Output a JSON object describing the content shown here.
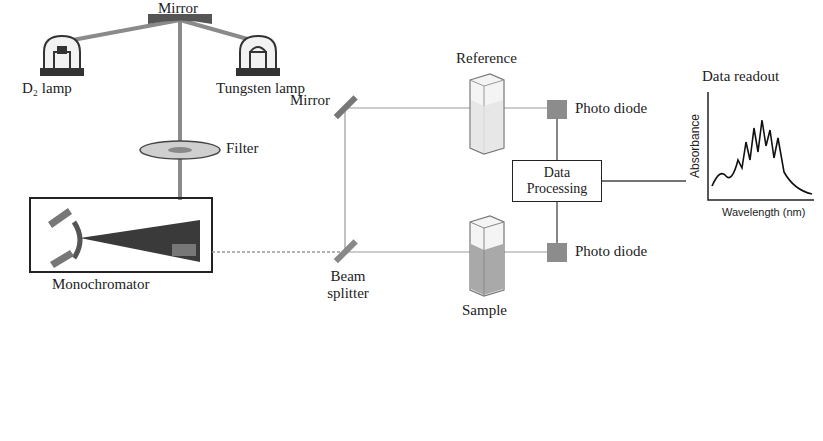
{
  "diagram": {
    "nodes": [
      {
        "text": [
          "Photo diode"
        ]
      },
      {
        "text": [
          "Data Processing"
        ]
      },
      {
        "text": [
          "Photo diode"
        ]
      },
      {
        "text": [
          "Data readout",
          "Absorbance",
          "Wavelength (nm)"
        ]
      }
    ],
    "edges": [
      {
        "from": 0,
        "to": 1,
        "arrow": "none"
      },
      {
        "from": 2,
        "to": 1,
        "arrow": "none"
      },
      {
        "from": 1,
        "to": 3,
        "arrow": "none"
      }
    ],
    "labels": [
      "Mirror",
      "D₂ lamp",
      "Tungsten lamp",
      "Filter",
      "Monochromator",
      "Mirror",
      "Beam splitter",
      "Reference",
      "Sample"
    ]
  }
}
